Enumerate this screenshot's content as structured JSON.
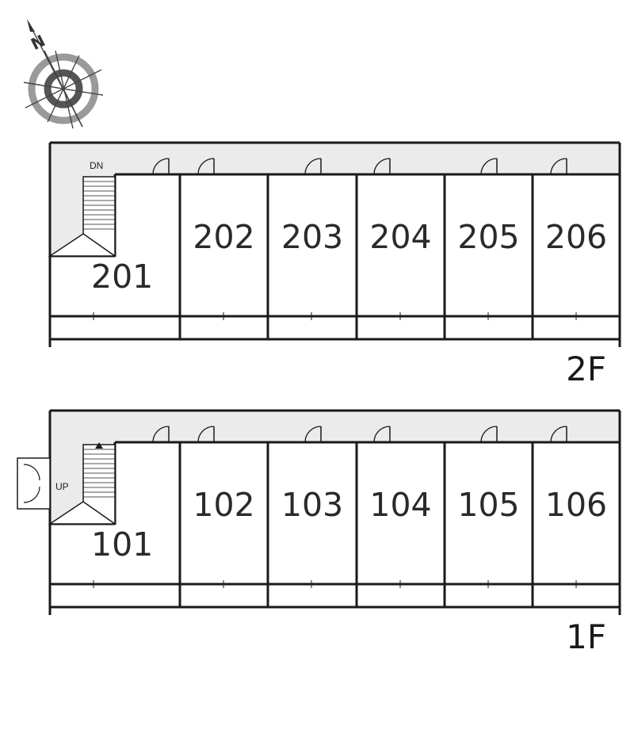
{
  "compass": {
    "north_label": "N",
    "icon": "compass-rose-icon"
  },
  "floors": [
    {
      "label": "2F",
      "stair_label": "DN",
      "corner_room": "201",
      "rooms": [
        "202",
        "203",
        "204",
        "205",
        "206"
      ]
    },
    {
      "label": "1F",
      "stair_label": "UP",
      "corner_room": "101",
      "rooms": [
        "102",
        "103",
        "104",
        "105",
        "106"
      ]
    }
  ],
  "colors": {
    "corridor": "#ebebeb",
    "wall": "#1a1a1a",
    "text": "#2a2a2a"
  }
}
